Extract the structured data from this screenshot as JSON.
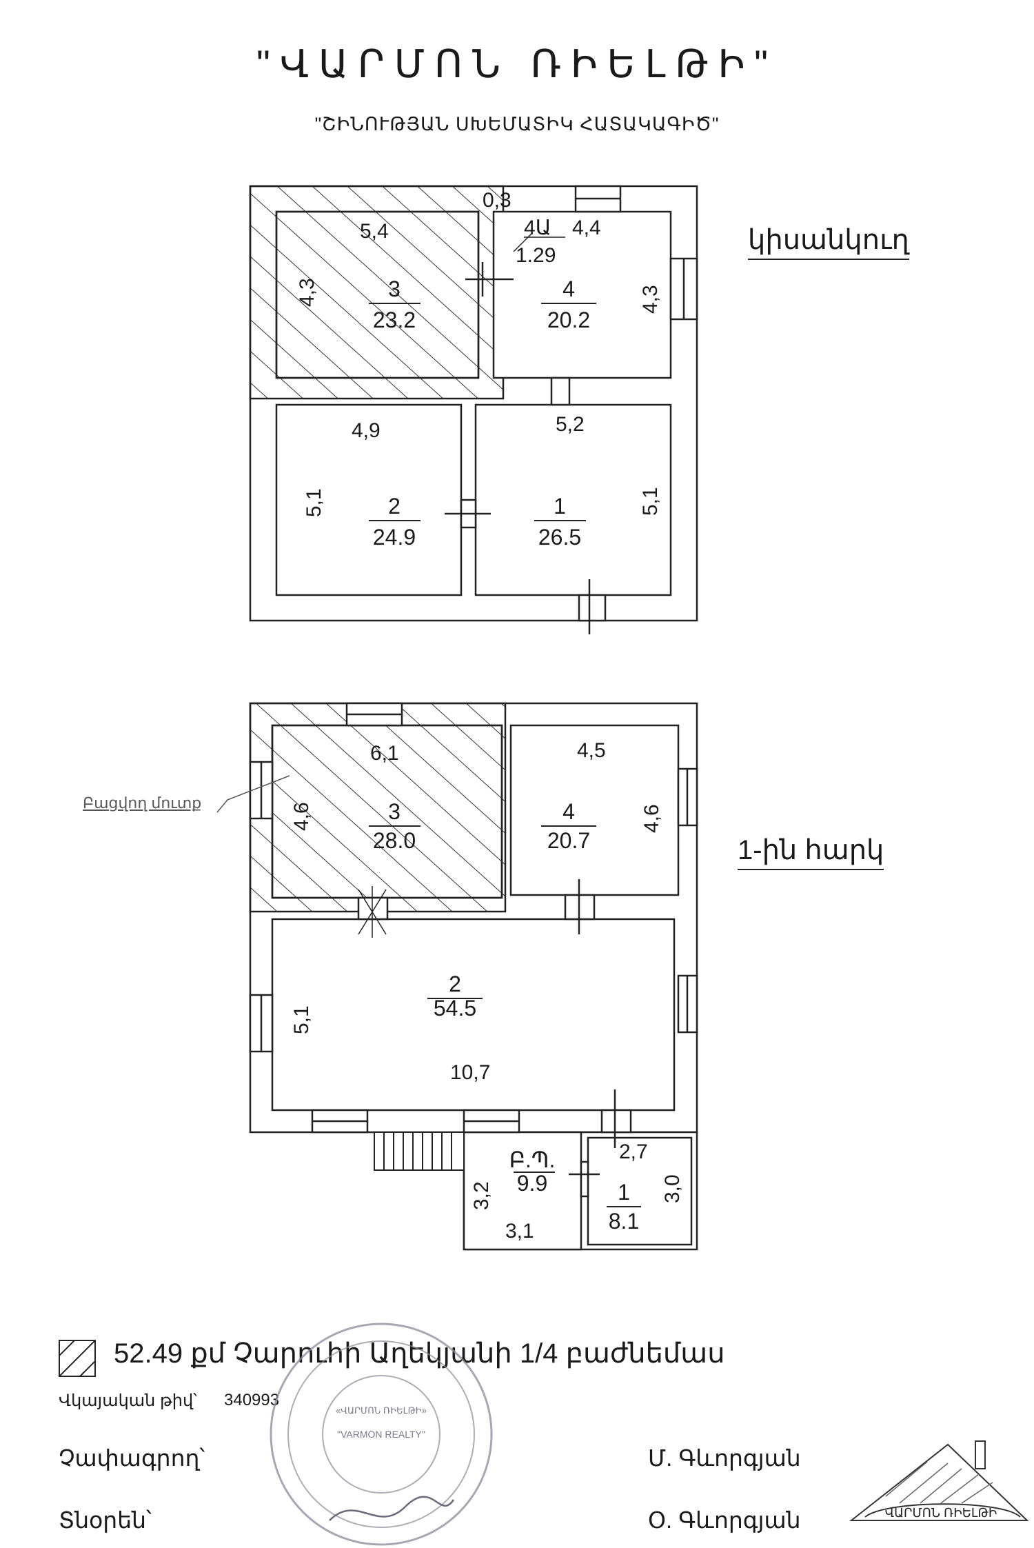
{
  "header": {
    "title": "\"ՎԱՐՄՈՆ ՌԻԵԼԹԻ\"",
    "subtitle": "\"ՇԻՆՈՒԹՅԱՆ ՍԽԵՄԱՏԻԿ ՀԱՏԱԿԱԳԻԾ\""
  },
  "upper_floor": {
    "label": "կիսանկուղ",
    "rooms": [
      {
        "number": "3",
        "area": "23.2",
        "width": "5,4",
        "height": "4,3",
        "hatched": true
      },
      {
        "number": "4Ա",
        "area": "1.29",
        "width": "0,3"
      },
      {
        "number": "4",
        "area": "20.2",
        "width": "4,4",
        "height": "4,3"
      },
      {
        "number": "2",
        "area": "24.9",
        "width": "4,9",
        "height": "5,1"
      },
      {
        "number": "1",
        "area": "26.5",
        "width": "5,2",
        "height": "5,1"
      }
    ]
  },
  "lower_floor": {
    "label": "1-ին հարկ",
    "callout": "Բացվող մուտք",
    "rooms": [
      {
        "number": "3",
        "area": "28.0",
        "width": "6,1",
        "height": "4,6",
        "hatched": true
      },
      {
        "number": "4",
        "area": "20.7",
        "width": "4,5",
        "height": "4,6"
      },
      {
        "number": "2",
        "area": "54.5",
        "width": "10,7",
        "height": "5,1"
      },
      {
        "number": "Բ.Պ.",
        "area": "9.9",
        "width": "3,1",
        "height": "3,2"
      },
      {
        "number": "1",
        "area": "8.1",
        "width": "2,7",
        "height": "3,0"
      }
    ]
  },
  "footer": {
    "legend": "52.49 քմ Չարուհի Աղեկյանի 1/4 բաժնեմաս",
    "registration_label": "Վկայական թիվ՝",
    "registration_number": "340993",
    "surveyor_label": "Չափագրող՝",
    "surveyor_name": "Մ. Գևորգյան",
    "director_label": "Տնօրեն՝",
    "director_name": "Օ. Գևորգյան"
  },
  "stamp": {
    "line1": "«ՎԱՐՄՈՆ ՌԻԵԼԹԻ»",
    "line2": "\"VARMON REALTY\""
  },
  "logo_text": "ՎԱՐՄՈՆ ՌԻԵԼԹԻ"
}
